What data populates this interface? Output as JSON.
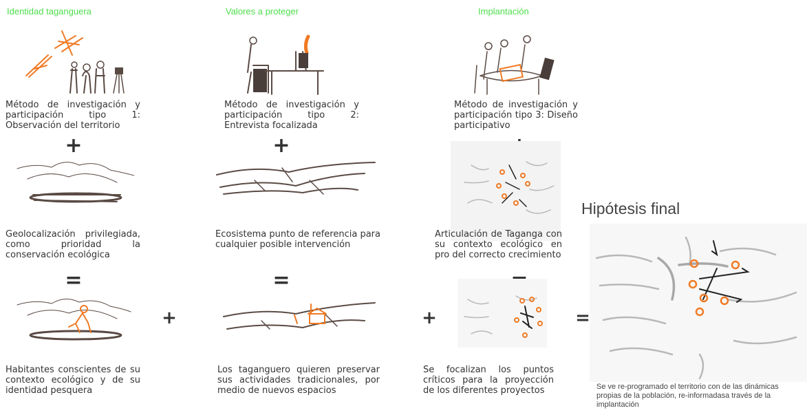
{
  "columns": [
    {
      "title": "Identidad taganguera",
      "method": "Método de investigación y participación tipo 1: Observación del territorio",
      "context": "Geolocalización privilegiada, como prioridad la conservación ecológica",
      "result": "Habitantes conscientes de su contexto ecológico y de su identidad pesquera"
    },
    {
      "title": "Valores a proteger",
      "method": "Método de investigación y participación tipo 2: Entrevista focalizada",
      "context": "Ecosistema punto de referencia para cualquier posible intervención",
      "result": "Los taganguero quieren preservar sus actividades tradicionales, por medio de nuevos espacios"
    },
    {
      "title": "Implantación",
      "method": "Método de investigación y participación tipo 3: Diseño participativo",
      "context": "Articulación de Taganga con su contexto ecológico en pro del correcto crecimiento",
      "result": "Se focalizan los puntos críticos para la proyección de los diferentes proyectos"
    }
  ],
  "operators": {
    "plus": "+",
    "equals": "="
  },
  "final": {
    "title": "Hipótesis final",
    "caption": "Se ve re-programado el territorio con de las dinámicas propias de la población, re-informadasa través de la implantación"
  },
  "colors": {
    "title_green": "#4ddd4d",
    "accent_orange": "#f07a24",
    "sketch_brown": "#5a4a44"
  }
}
